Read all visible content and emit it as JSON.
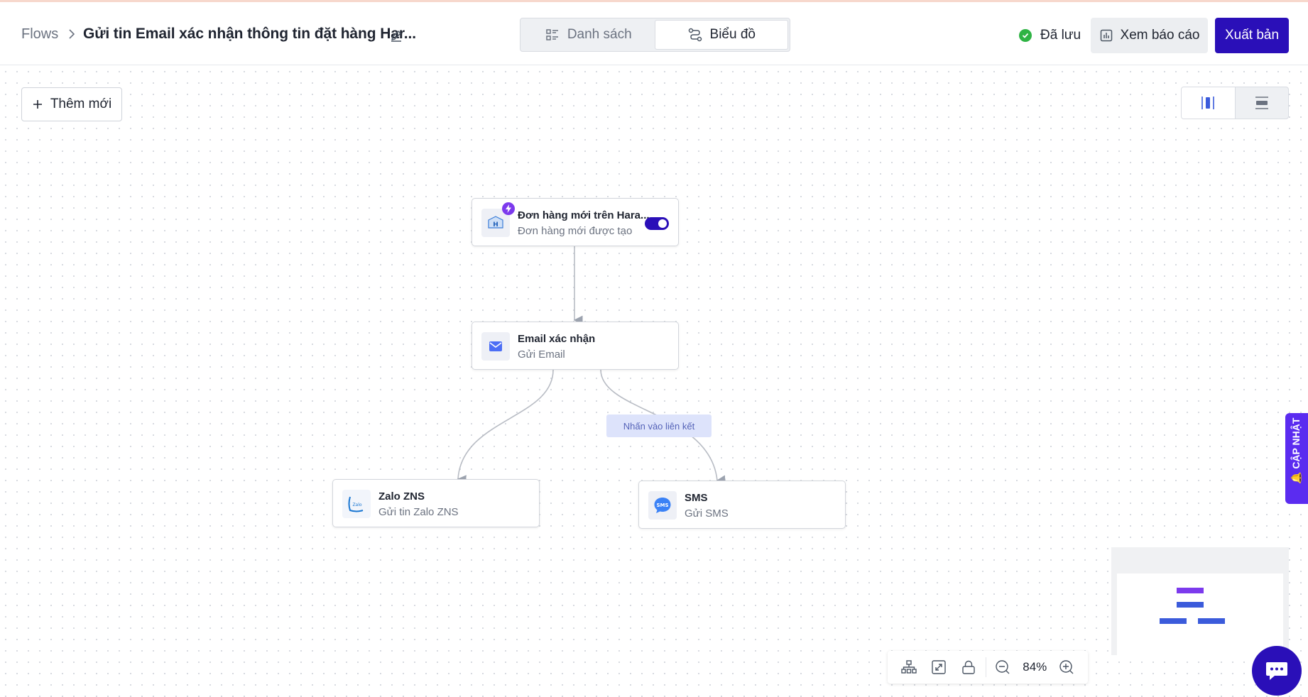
{
  "header": {
    "breadcrumb_root": "Flows",
    "title": "Gửi tin Email xác nhận thông tin đặt hàng Har...",
    "tabs": [
      {
        "label": "Danh sách",
        "icon": "list-icon"
      },
      {
        "label": "Biểu đồ",
        "icon": "flow-diagram-icon"
      }
    ],
    "active_tab": "Biểu đồ",
    "status": "Đã lưu",
    "report_label": "Xem báo cáo",
    "publish_label": "Xuất bản"
  },
  "canvas": {
    "add_label": "Thêm mới",
    "layout_options": [
      "vertical-layout-icon",
      "horizontal-layout-icon"
    ]
  },
  "nodes": {
    "trigger": {
      "title": "Đơn hàng mới trên Hara...",
      "subtitle": "Đơn hàng mới được tạo",
      "icon": "haravan-icon",
      "enabled": true
    },
    "email": {
      "title": "Email xác nhận",
      "subtitle": "Gửi Email",
      "icon": "email-icon"
    },
    "zalo": {
      "title": "Zalo ZNS",
      "subtitle": "Gửi tin Zalo ZNS",
      "icon": "zalo-icon"
    },
    "sms": {
      "title": "SMS",
      "subtitle": "Gửi SMS",
      "icon": "sms-icon"
    }
  },
  "edge_label": "Nhấn vào liên kết",
  "zoom": {
    "value": "84%"
  },
  "update_tab_label": "🔔 CẬP NHẬT",
  "colors": {
    "primary": "#2a0fb8",
    "accent": "#5b2cf0",
    "success": "#2fb344"
  }
}
